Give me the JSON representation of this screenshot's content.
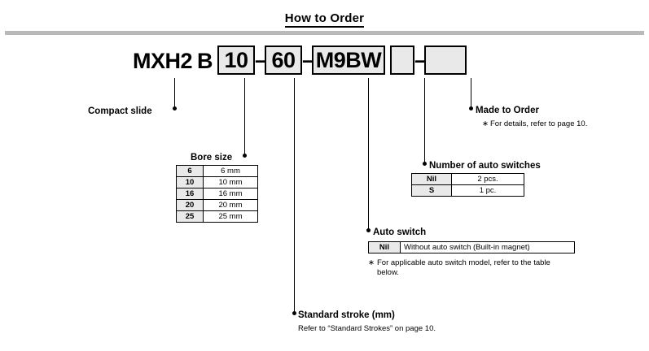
{
  "header": {
    "title": "How to Order"
  },
  "part_number": {
    "prefix": "MXH2",
    "series": "B",
    "bore": "10",
    "stroke": "60",
    "auto_switch": "M9BW",
    "switch_qty": "",
    "made_to_order": "",
    "dash": "–"
  },
  "callouts": {
    "compact_slide": {
      "label": "Compact slide"
    },
    "bore_size": {
      "label": "Bore size",
      "rows": [
        {
          "code": "6",
          "value": "6 mm"
        },
        {
          "code": "10",
          "value": "10 mm"
        },
        {
          "code": "16",
          "value": "16 mm"
        },
        {
          "code": "20",
          "value": "20 mm"
        },
        {
          "code": "25",
          "value": "25 mm"
        }
      ]
    },
    "standard_stroke": {
      "label": "Standard stroke (mm)",
      "note": "Refer to “Standard Strokes” on page 10."
    },
    "auto_switch": {
      "label": "Auto switch",
      "rows": [
        {
          "code": "Nil",
          "value": "Without auto switch (Built-in magnet)"
        }
      ],
      "note_bullet": "∗",
      "note": "For applicable auto switch model, refer to the table below."
    },
    "number_of_auto_switches": {
      "label": "Number of auto switches",
      "rows": [
        {
          "code": "Nil",
          "value": "2 pcs."
        },
        {
          "code": "S",
          "value": "1 pc."
        }
      ]
    },
    "made_to_order": {
      "label": "Made to Order",
      "note_bullet": "∗",
      "note": "For details, refer to page 10."
    }
  }
}
